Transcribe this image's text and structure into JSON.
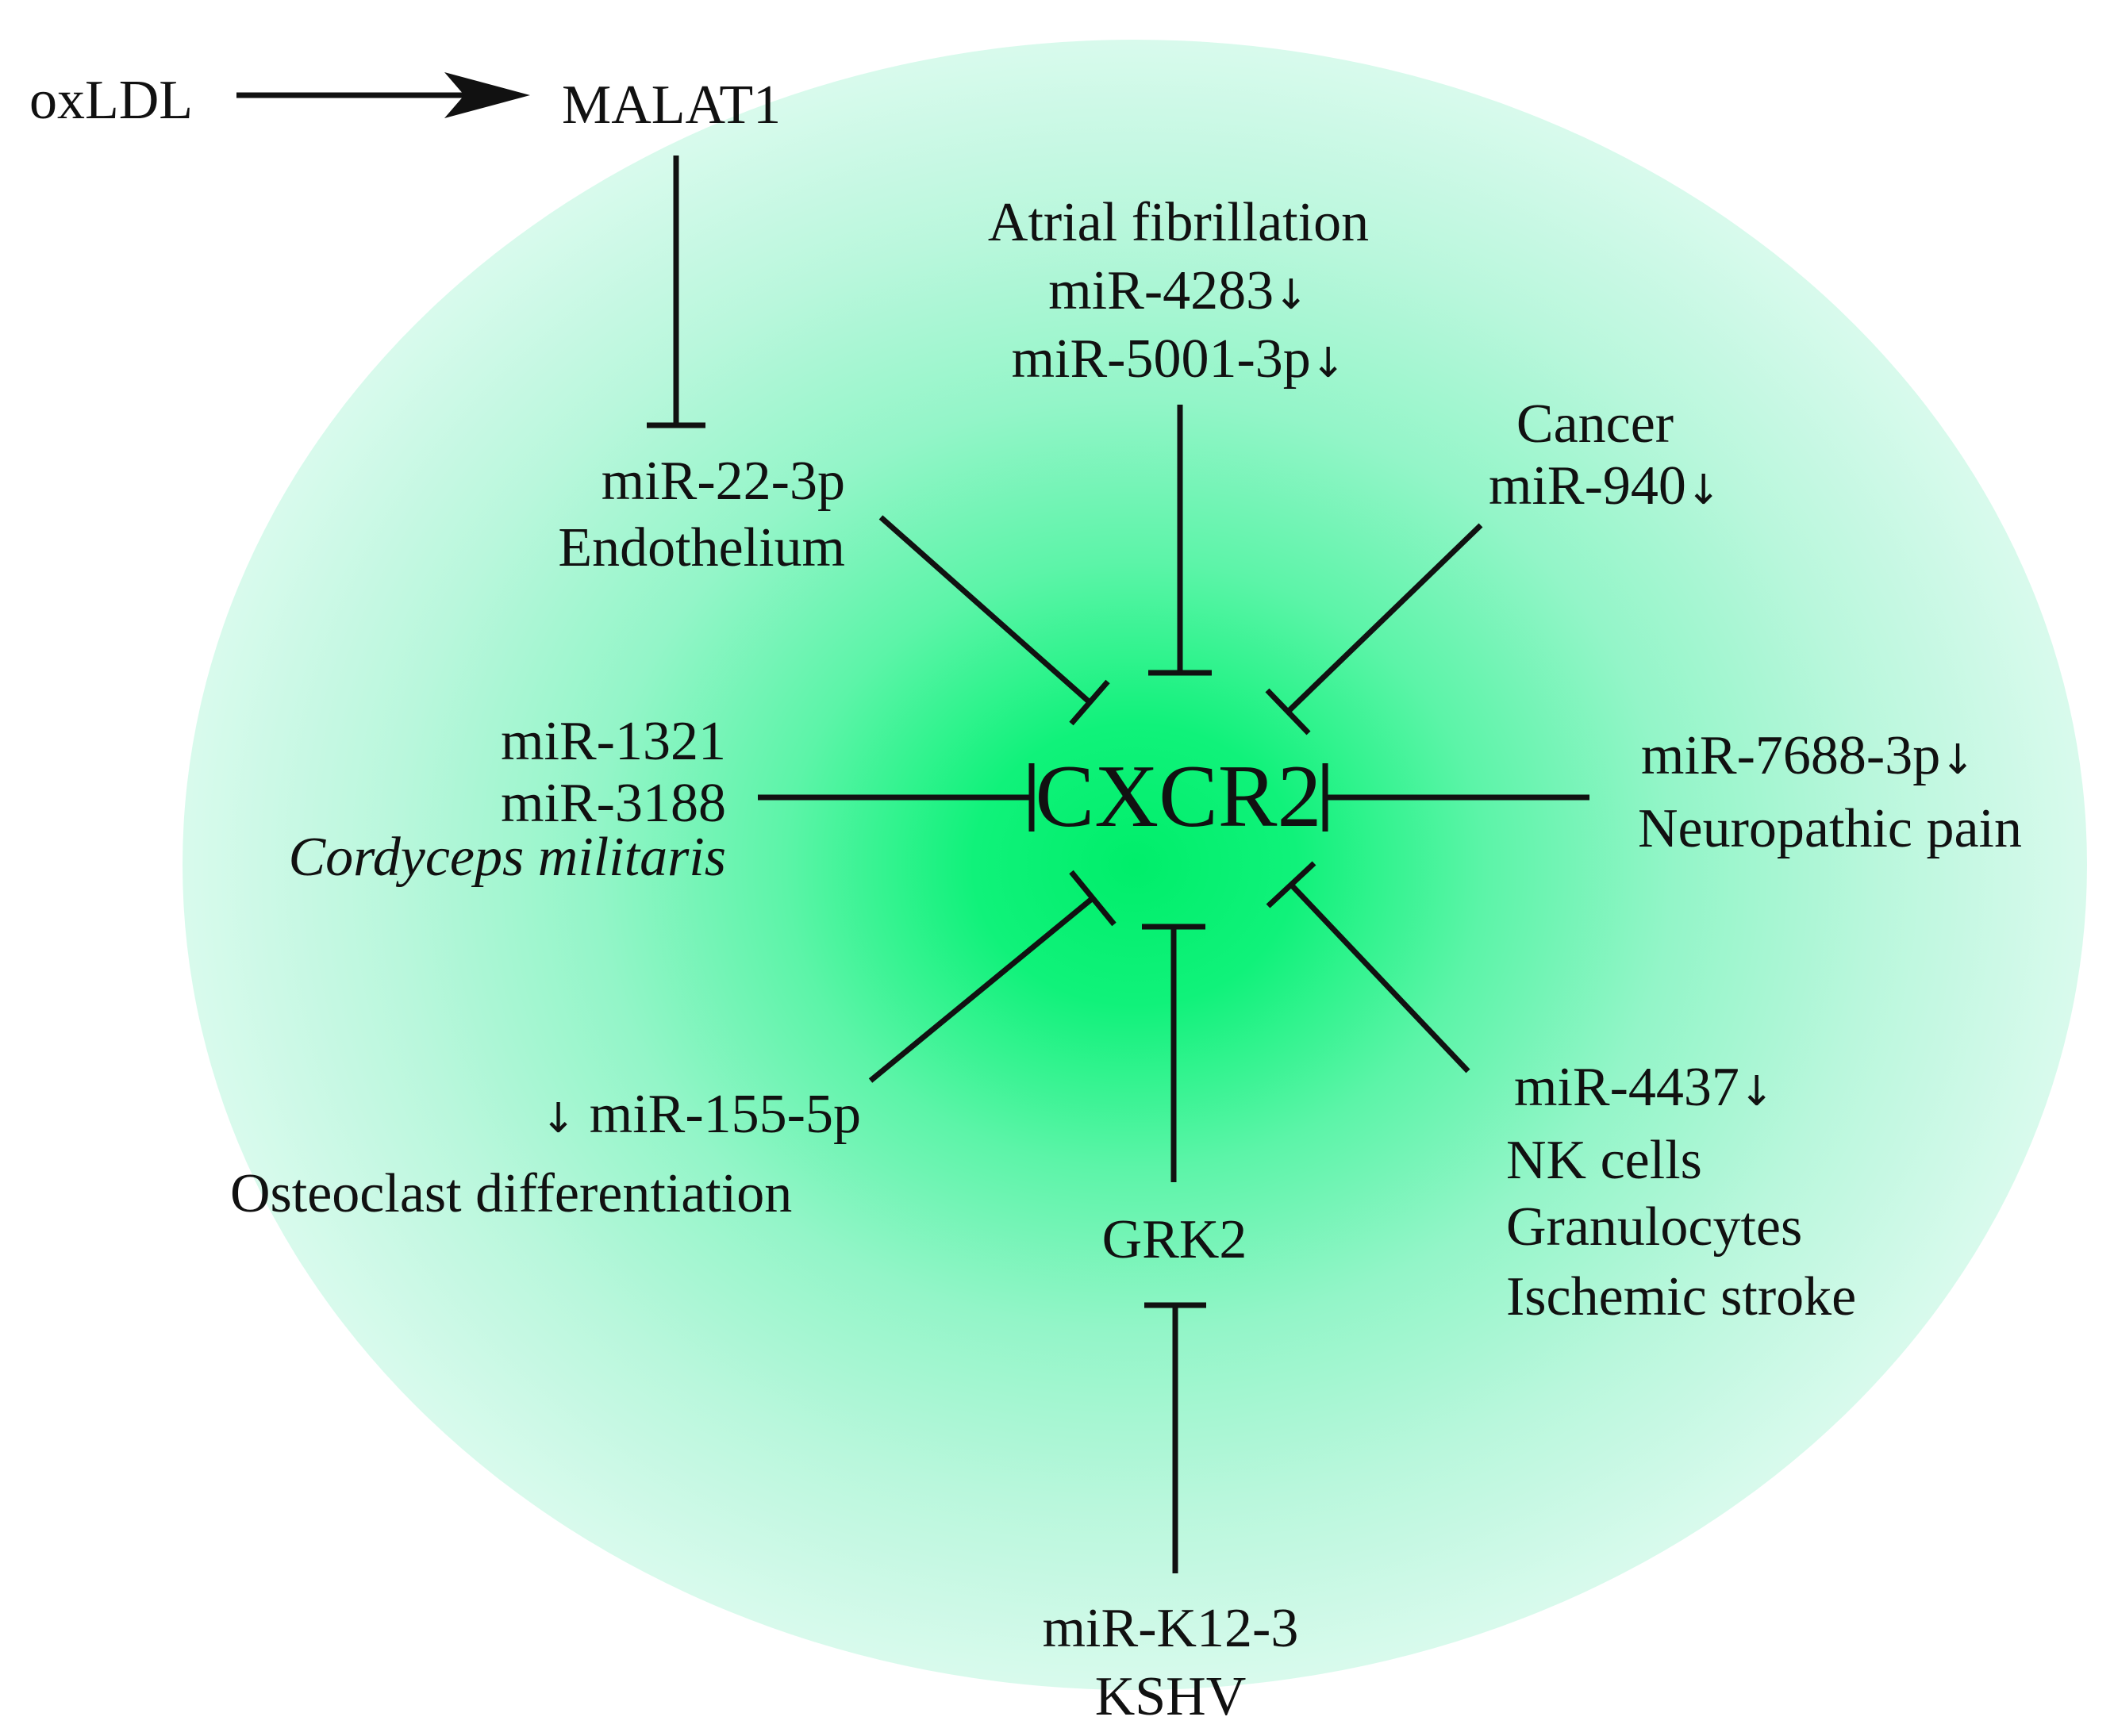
{
  "diagram": {
    "hub": "CXCR2",
    "down_arrow": "↓",
    "nodes": {
      "oxldl": "oxLDL",
      "malat1": "MALAT1",
      "mir22": "miR-22-3p",
      "endothelium": "Endothelium",
      "atrial_fibrillation": "Atrial fibrillation",
      "mir4283": "miR-4283",
      "mir5001": "miR-5001-3p",
      "cancer": "Cancer",
      "mir940": "miR-940",
      "mir1321": "miR-1321",
      "mir3188": "miR-3188",
      "cordyceps": "Cordyceps militaris",
      "mir7688": "miR-7688-3p",
      "neuropathic_pain": "Neuropathic pain",
      "mir155": "miR-155-5p",
      "osteoclast": "Osteoclast differentiation",
      "grk2": "GRK2",
      "mir4437": "miR-4437",
      "nk_cells": "NK cells",
      "granulocytes": "Granulocytes",
      "ischemic_stroke": "Ischemic stroke",
      "mirk12": "miR-K12-3",
      "kshv": "KSHV"
    },
    "edges": [
      {
        "from": "oxLDL",
        "to": "MALAT1",
        "type": "activation"
      },
      {
        "from": "MALAT1",
        "to": "miR-22-3p",
        "type": "inhibition"
      },
      {
        "from": "miR-22-3p",
        "to": "CXCR2",
        "type": "inhibition"
      },
      {
        "from": "miR-4283 / miR-5001-3p",
        "to": "CXCR2",
        "type": "inhibition"
      },
      {
        "from": "miR-940",
        "to": "CXCR2",
        "type": "inhibition"
      },
      {
        "from": "miR-1321 / miR-3188",
        "to": "CXCR2",
        "type": "inhibition"
      },
      {
        "from": "miR-7688-3p",
        "to": "CXCR2",
        "type": "inhibition"
      },
      {
        "from": "miR-155-5p",
        "to": "CXCR2",
        "type": "inhibition"
      },
      {
        "from": "GRK2",
        "to": "CXCR2",
        "type": "inhibition"
      },
      {
        "from": "miR-4437",
        "to": "CXCR2",
        "type": "inhibition"
      },
      {
        "from": "miR-K12-3",
        "to": "GRK2",
        "type": "inhibition"
      }
    ],
    "colors": {
      "glow_center": "#00ee6a",
      "glow_edge": "#eefdf6",
      "line": "#111111"
    }
  }
}
